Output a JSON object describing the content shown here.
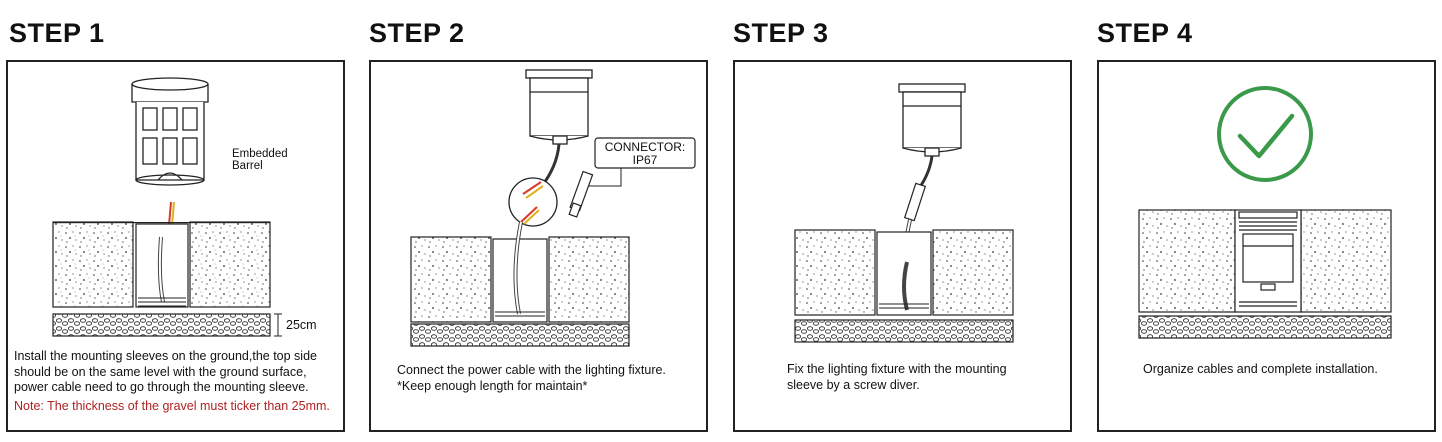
{
  "steps": [
    {
      "title": "STEP 1",
      "label_barrel": "Embedded Barrel",
      "label_depth": "25cm",
      "caption_lines": [
        "Install the mounting sleeves on the ground,the top side",
        "should be on the same level with the ground surface,",
        "power cable need to go through the mounting sleeve."
      ],
      "note": "Note: The thickness of the gravel must ticker than 25mm."
    },
    {
      "title": "STEP 2",
      "connector_line1": "CONNECTOR:",
      "connector_line2": "IP67",
      "caption_lines": [
        "Connect the power cable with the lighting fixture.",
        "*Keep enough length for maintain*"
      ]
    },
    {
      "title": "STEP 3",
      "caption_lines": [
        "Fix the lighting fixture with the mounting",
        "sleeve by a screw diver."
      ]
    },
    {
      "title": "STEP 4",
      "caption_lines": [
        "Organize cables and complete installation."
      ]
    }
  ],
  "colors": {
    "check": "#3a9a4a",
    "note": "#b02222",
    "wire_red": "#d83a2a",
    "wire_yellow": "#e0b020"
  }
}
